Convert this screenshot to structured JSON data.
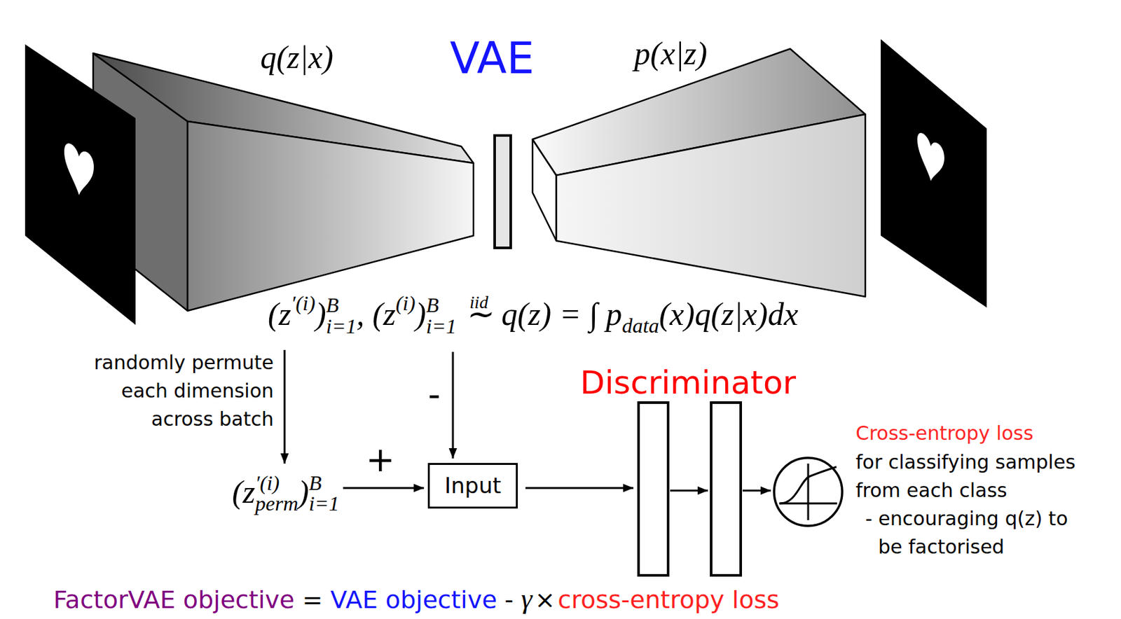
{
  "diagram": {
    "nodes": [
      {
        "text": [
          "Input"
        ]
      }
    ],
    "labels": [
      "q(z|x)",
      "VAE",
      "p(x|z)",
      "(z",
      "′(i)",
      ")",
      "B",
      "i=1",
      ", (z",
      "(i)",
      ")",
      "B",
      "i=1",
      "iid",
      "∼",
      "q(z) = ∫ p",
      "data",
      "(x)q(z|x)dx",
      "randomly permute each dimension across batch",
      "-",
      "+",
      "(z",
      "′(i)",
      "perm",
      ")",
      "B",
      "i=1",
      "Discriminator",
      "Cross-entropy loss",
      "for classifying samples from each class",
      "- encouraging q(z) to be factorised",
      "FactorVAE objective",
      "=",
      "VAE objective",
      "-",
      "γ",
      "×",
      "cross-entropy loss"
    ]
  }
}
